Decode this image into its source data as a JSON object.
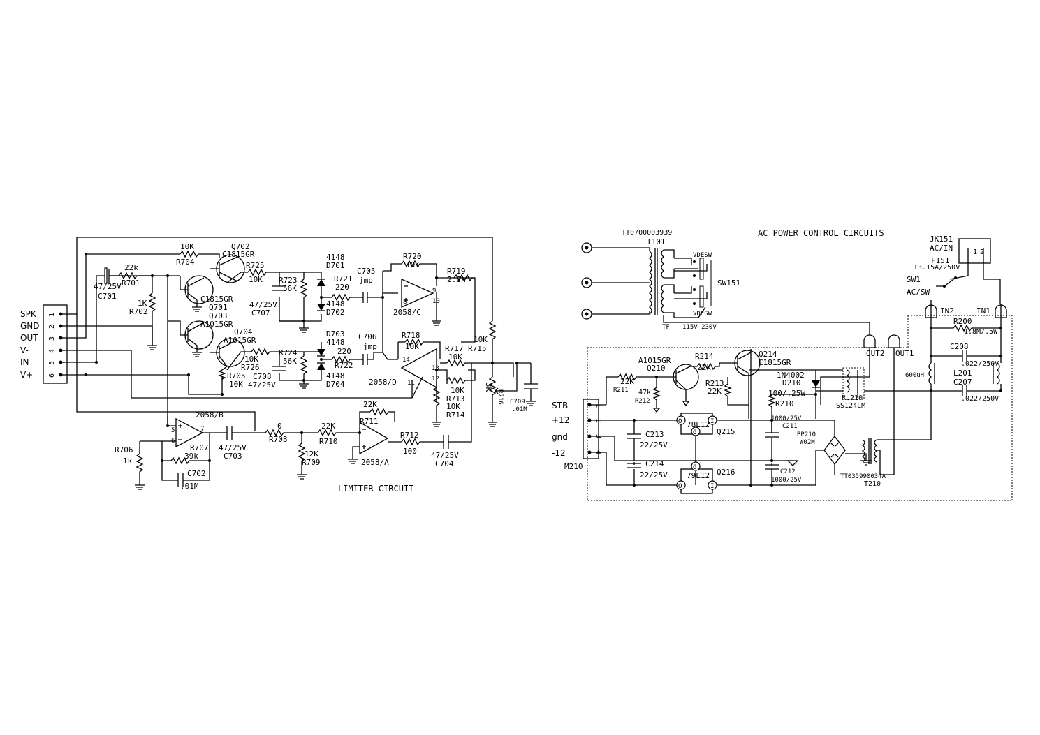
{
  "limiter": {
    "title": "LIMITER CIRCUIT",
    "connector_labels": [
      "SPK",
      "GND",
      "OUT",
      "V-",
      "IN",
      "V+"
    ],
    "connector_pins": [
      "1",
      "2",
      "3",
      "4",
      "5",
      "6"
    ],
    "labels": {
      "r704_val": "10K",
      "r704": "R704",
      "q702": "Q702",
      "q702_type": "C1815GR",
      "r701_val": "22k",
      "r701": "R701",
      "c701_val": "47/25V",
      "c701": "C701",
      "r702_val": "1K",
      "r702": "R702",
      "r725": "R725",
      "r725_val": "10K",
      "q701_type": "C1815GR",
      "q701": "Q701",
      "q703": "Q703",
      "q703_type": "A1015GR",
      "q704": "Q704",
      "q704_type": "A1015GR",
      "r726_val": "10K",
      "r726": "R726",
      "r705": "R705",
      "r705_val": "10K",
      "r723": "R723",
      "r723_val": "56K",
      "c707_val": "47/25V",
      "c707": "C707",
      "r724": "R724",
      "r724_val": "56K",
      "c708": "C708",
      "c708_val": "47/25V",
      "d701_val": "4148",
      "d701": "D701",
      "d702_val": "4148",
      "d702": "D702",
      "d703": "D703",
      "d703_val": "4148",
      "d704_val": "4148",
      "d704": "D704",
      "r721": "R721",
      "r721_val": "220",
      "r722_val": "220",
      "r722": "R722",
      "c705": "C705",
      "c705_val": "jmp",
      "c706": "C706",
      "c706_val": "jmp",
      "r720": "R720",
      "r720_val": "10K",
      "r719": "R719",
      "r719_val": "2.2k",
      "ic_c": "2058/C",
      "pin8": "8",
      "pin9": "9",
      "pin10": "10",
      "r718": "R718",
      "r718_val": "10K",
      "r717": "R717",
      "r715": "R715",
      "r717_val": "10K",
      "r715_val": "10K",
      "ic_d": "2058/D",
      "pin14": "14",
      "pin13": "13",
      "pin12": "12",
      "pin11": "11",
      "r713_val": "10K",
      "r713": "R713",
      "r714_val": "10K",
      "r714": "R714",
      "r716_val": "3K",
      "r716": "R716",
      "c709": "C709",
      "c709_val": ".01M",
      "ic_b": "2058/B",
      "pin5": "5",
      "pin6": "6",
      "pin7": "7",
      "r706": "R706",
      "r706_val": "1k",
      "r707": "R707",
      "r707_val": "39k",
      "c702": "C702",
      "c702_val": ".01M",
      "c703_val": "47/25V",
      "c703": "C703",
      "r708_val": "0",
      "r708": "R708",
      "r709_val": "12K",
      "r709": "R709",
      "r710_val": "22K",
      "r710": "R710",
      "r711_val": "22K",
      "r711": "R711",
      "ic_a": "2058/A",
      "r712": "R712",
      "r712_val": "100",
      "c704_val": "47/25V",
      "c704": "C704"
    }
  },
  "ac_power": {
    "title": "AC POWER CONTROL CIRCUITS",
    "labels": {
      "t101_part": "TT0700003939",
      "t101": "T101",
      "vdesw_top": "VDESW",
      "vdesw_bot": "VDESW",
      "sw151": "SW151",
      "tf": "TF",
      "volt": "115V—230V",
      "jk151": "JK151",
      "ac_in": "AC/IN",
      "f151": "F151",
      "fuse": "T3.15A/250V",
      "sw1": "SW1",
      "ac_sw": "AC/SW",
      "in2": "IN2",
      "in1": "IN1",
      "r200": "R200",
      "r200_val": "1.8M/.5W",
      "c208": "C208",
      "c208_val": ".022/250V",
      "l201": "L201",
      "l201_val": "600uH",
      "c207": "C207",
      "c207_val": ".022/250V",
      "out2": "OUT2",
      "out1": "OUT1",
      "q210_type": "A1015GR",
      "q210": "Q210",
      "r214": "R214",
      "r214_val": "22k",
      "q214": "Q214",
      "q214_type": "C1815GR",
      "r211_val": "22K",
      "r211": "R211",
      "r212_val": "47k",
      "r212": "R212",
      "r213": "R213",
      "r213_val": "22K",
      "d210_type": "1N4002",
      "d210": "D210",
      "r210_val": "100/.25W",
      "r210": "R210",
      "rl210": "RL210",
      "rl210_type": "SS124LM",
      "stb": "STB",
      "p12": "+12",
      "gnd": "gnd",
      "m12": "-12",
      "m210": "M210",
      "pin1": "1",
      "pin2": "2",
      "pin3": "3",
      "pin4": "4",
      "c213": "C213",
      "c213_val": "22/25V",
      "c214": "C214",
      "c214_val": "22/25V",
      "q215_ic": "78L12",
      "q215": "Q215",
      "q216_ic": "79L12",
      "q216": "Q216",
      "c211_val": "1000/25V",
      "c211": "C211",
      "c212": "C212",
      "c212_val": "1000/25V",
      "bp210": "BP210",
      "bp210_type": "W02M",
      "t210_part": "TT035990034A",
      "t210": "T210",
      "pin_i": "I",
      "pin_o": "O",
      "pin_g": "G",
      "jk_pin1": "1",
      "jk_pin2": "2"
    }
  }
}
